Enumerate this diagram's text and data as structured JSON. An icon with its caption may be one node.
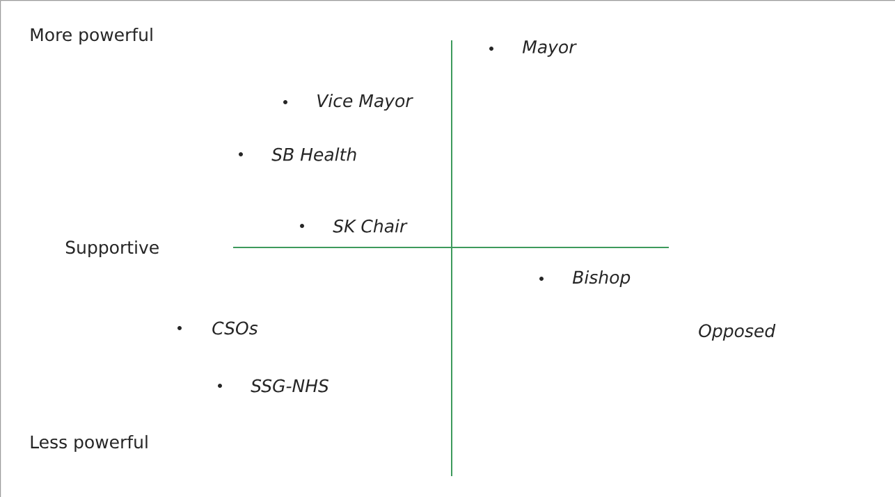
{
  "diagram": {
    "labels": [
      "More powerful",
      "Mayor",
      "Vice Mayor",
      "SB Health",
      "SK Chair",
      "Supportive",
      "Bishop",
      "CSOs",
      "Opposed",
      "SSG-NHS",
      "Less powerful"
    ]
  }
}
